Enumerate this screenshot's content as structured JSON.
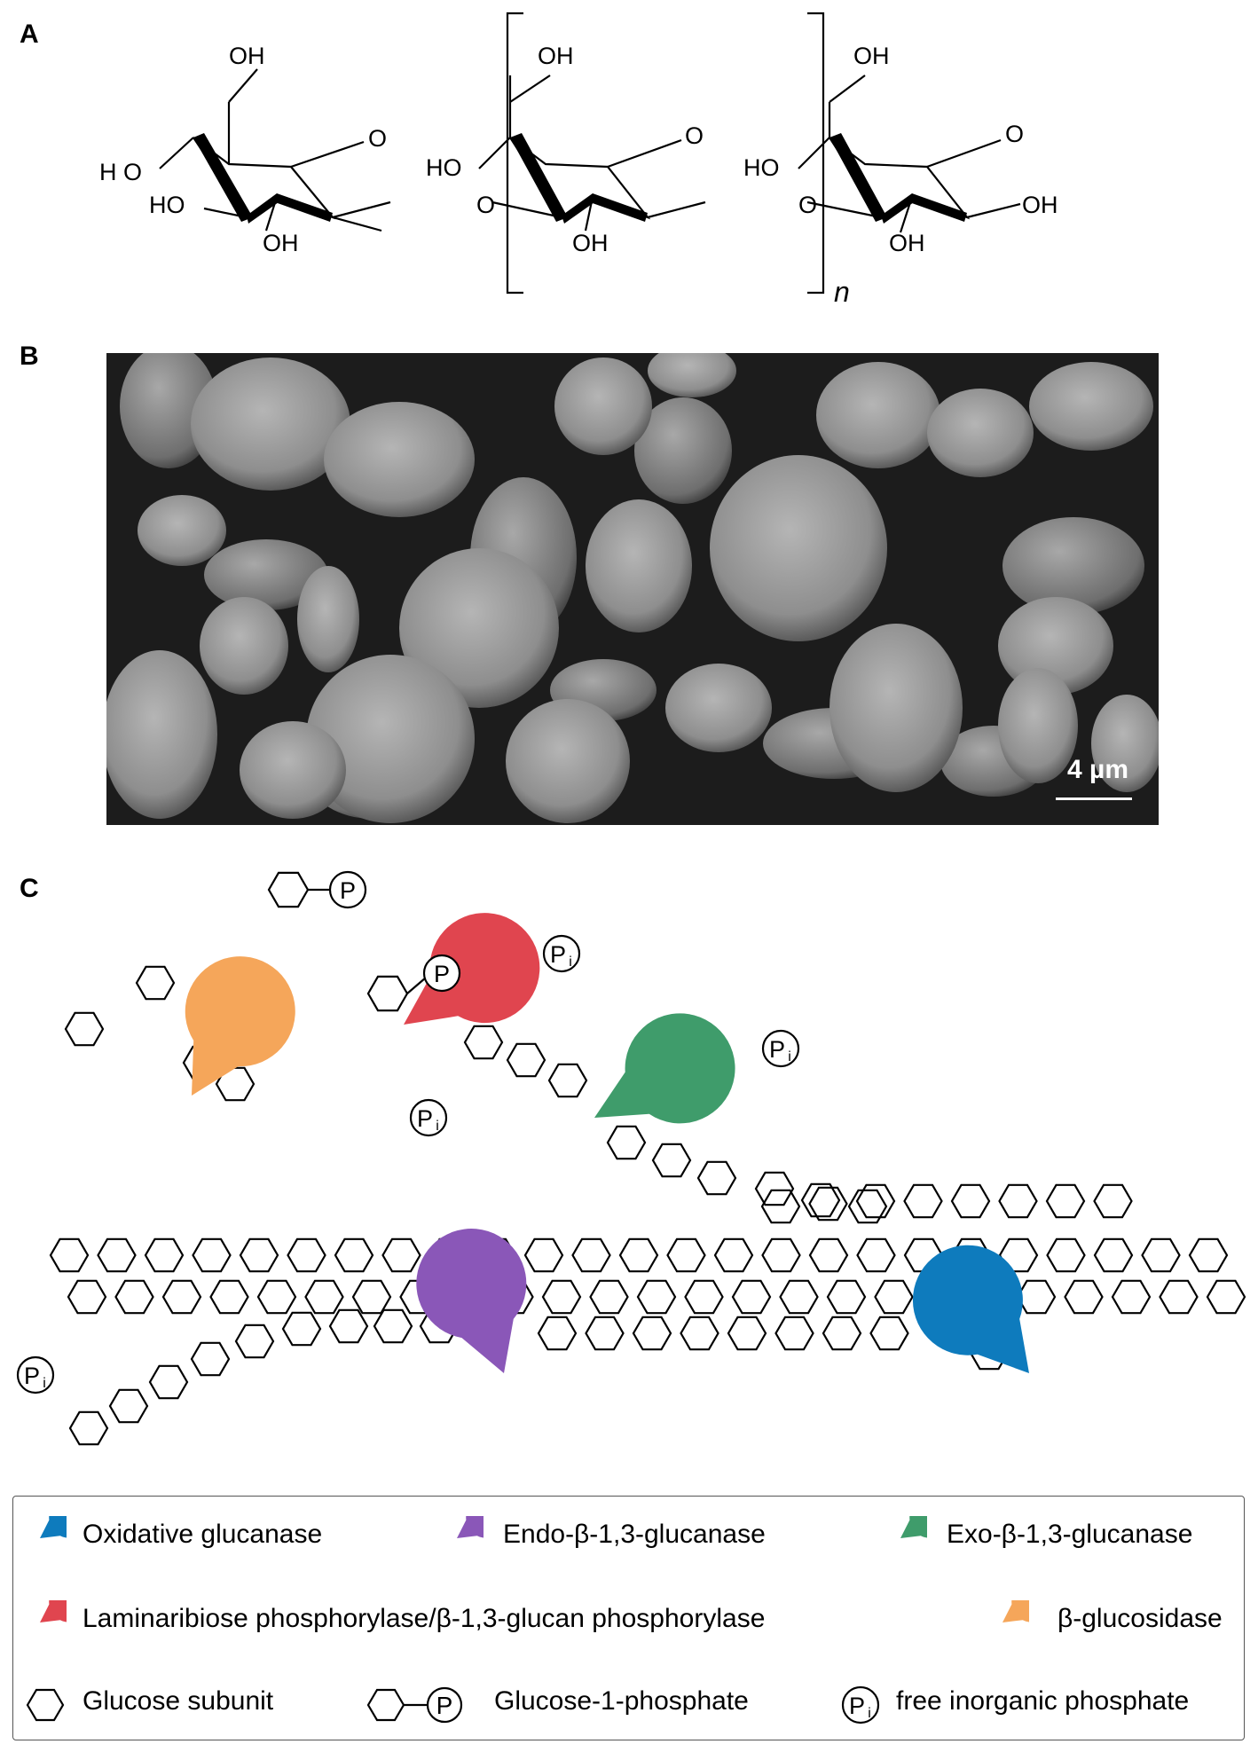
{
  "panels": {
    "a": "A",
    "b": "B",
    "c": "C"
  },
  "structure": {
    "oh": "OH",
    "ho": "HO",
    "h_o": "H O",
    "o": "O",
    "n": "n"
  },
  "micrograph": {
    "scale_label": "4 µm"
  },
  "diagram": {
    "pi": "P",
    "pi_sub": "i",
    "p": "P"
  },
  "legend": {
    "oxidative": "Oxidative glucanase",
    "endo": "Endo-β-1,3-glucanase",
    "exo": "Exo-β-1,3-glucanase",
    "phosphorylase": "Laminaribiose phosphorylase/β-1,3-glucan phosphorylase",
    "glucosidase": "β-glucosidase",
    "glucose": "Glucose subunit",
    "g1p": "Glucose-1-phosphate",
    "pi": "free inorganic phosphate",
    "p_symbol": "P",
    "pi_symbol": "P",
    "pi_sub": "i"
  },
  "colors": {
    "oxidative": "#0e7bbd",
    "endo": "#8a57b8",
    "exo": "#3f9c6b",
    "phosphorylase": "#e0454f",
    "glucosidase": "#f5a65a"
  }
}
